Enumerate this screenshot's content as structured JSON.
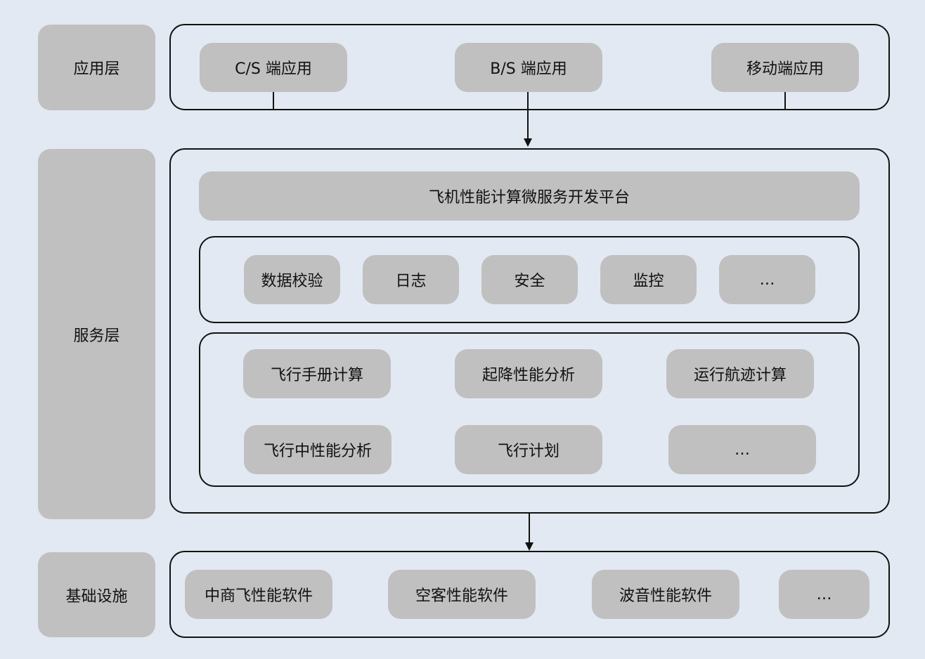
{
  "layers": {
    "app": "应用层",
    "service": "服务层",
    "infra": "基础设施"
  },
  "app_layer": {
    "items": [
      "C/S 端应用",
      "B/S 端应用",
      "移动端应用"
    ]
  },
  "service_layer": {
    "platform": "飞机性能计算微服务开发平台",
    "common_services": [
      "数据校验",
      "日志",
      "安全",
      "监控",
      "…"
    ],
    "business_services": [
      "飞行手册计算",
      "起降性能分析",
      "运行航迹计算",
      "飞行中性能分析",
      "飞行计划",
      "…"
    ]
  },
  "infra_layer": {
    "items": [
      "中商飞性能软件",
      "空客性能软件",
      "波音性能软件",
      "…"
    ]
  }
}
